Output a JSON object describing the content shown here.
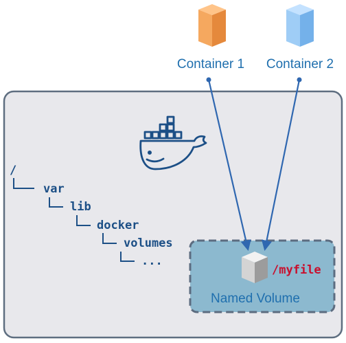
{
  "containers": [
    {
      "label": "Container 1",
      "color_top": "#ffc489",
      "color_left": "#f5a85f",
      "color_right": "#e5893c"
    },
    {
      "label": "Container 2",
      "color_top": "#c4e2ff",
      "color_left": "#9fcdf6",
      "color_right": "#74b1ea"
    }
  ],
  "host": {
    "bg_color": "#e8e8ec",
    "border_color": "#5e6e80"
  },
  "tree": {
    "root": "/",
    "levels": [
      "var",
      "lib",
      "docker",
      "volumes",
      "..."
    ],
    "connector": "└──"
  },
  "volume": {
    "label": "Named Volume",
    "file": "/myfile",
    "bg_color": "#8cb9cf",
    "border_color": "#5c6c80"
  },
  "icons": {
    "host": "docker-whale-icon",
    "file": "file-cube-icon"
  },
  "arrow_color": "#2f67b0"
}
